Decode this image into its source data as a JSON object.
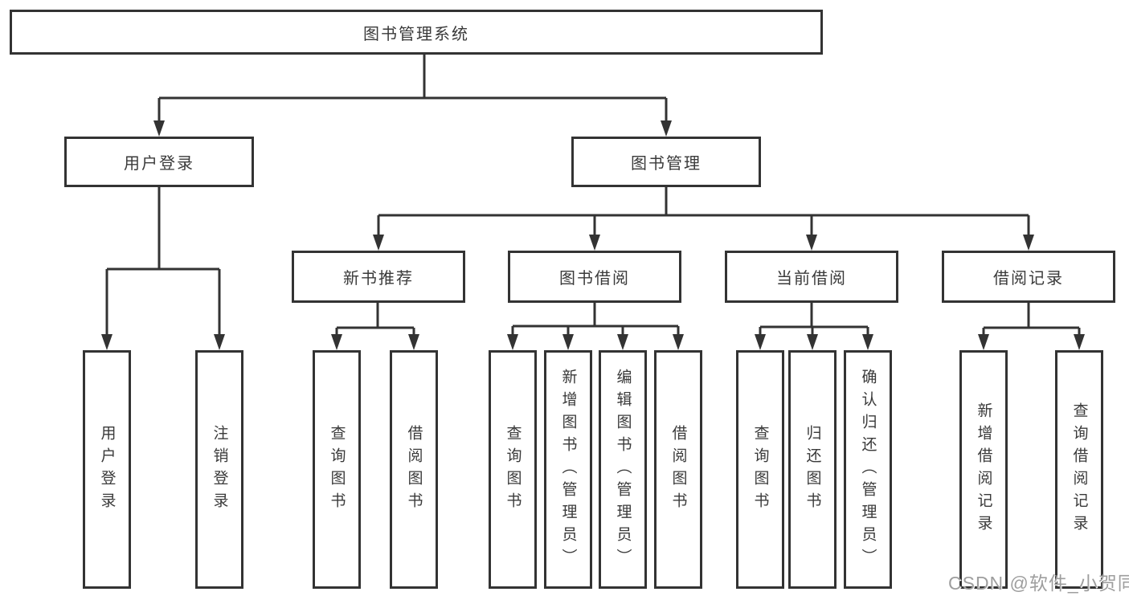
{
  "tree": {
    "root": "图书管理系统",
    "children": [
      {
        "label": "用户登录",
        "children": [
          "用户登录",
          "注销登录"
        ]
      },
      {
        "label": "图书管理",
        "children": [
          {
            "label": "新书推荐",
            "children": [
              "查询图书",
              "借阅图书"
            ]
          },
          {
            "label": "图书借阅",
            "children": [
              "查询图书",
              "新增图书（管理员）",
              "编辑图书（管理员）",
              "借阅图书"
            ]
          },
          {
            "label": "当前借阅",
            "children": [
              "查询图书",
              "归还图书",
              "确认归还（管理员）"
            ]
          },
          {
            "label": "借阅记录",
            "children": [
              "新增借阅记录",
              "查询借阅记录"
            ]
          }
        ]
      }
    ]
  },
  "watermark": {
    "text": "CSDN @软件_小贺同学"
  },
  "colors": {
    "line": "#333333",
    "box_border": "#333333",
    "text": "#3a3a3a",
    "background": "#ffffff",
    "watermark": "#9e9e9e"
  }
}
